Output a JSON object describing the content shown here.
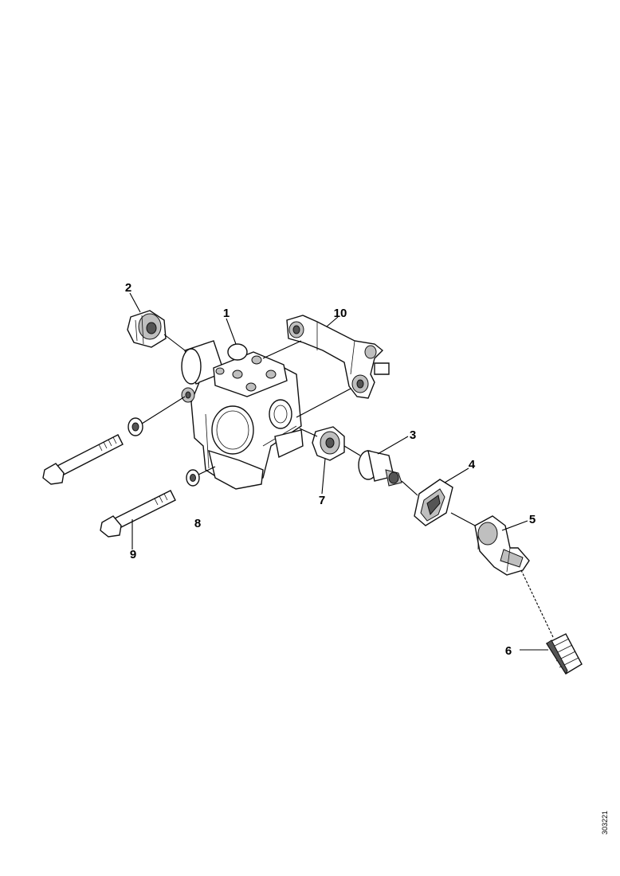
{
  "diagram": {
    "labels": [
      {
        "id": "1",
        "text": "1"
      },
      {
        "id": "2",
        "text": "2"
      },
      {
        "id": "3",
        "text": "3"
      },
      {
        "id": "4",
        "text": "4"
      },
      {
        "id": "5",
        "text": "5"
      },
      {
        "id": "6",
        "text": "6"
      },
      {
        "id": "7",
        "text": "7"
      },
      {
        "id": "8",
        "text": "8"
      },
      {
        "id": "9",
        "text": "9"
      },
      {
        "id": "10",
        "text": "10"
      }
    ],
    "reference_code": "303221"
  }
}
